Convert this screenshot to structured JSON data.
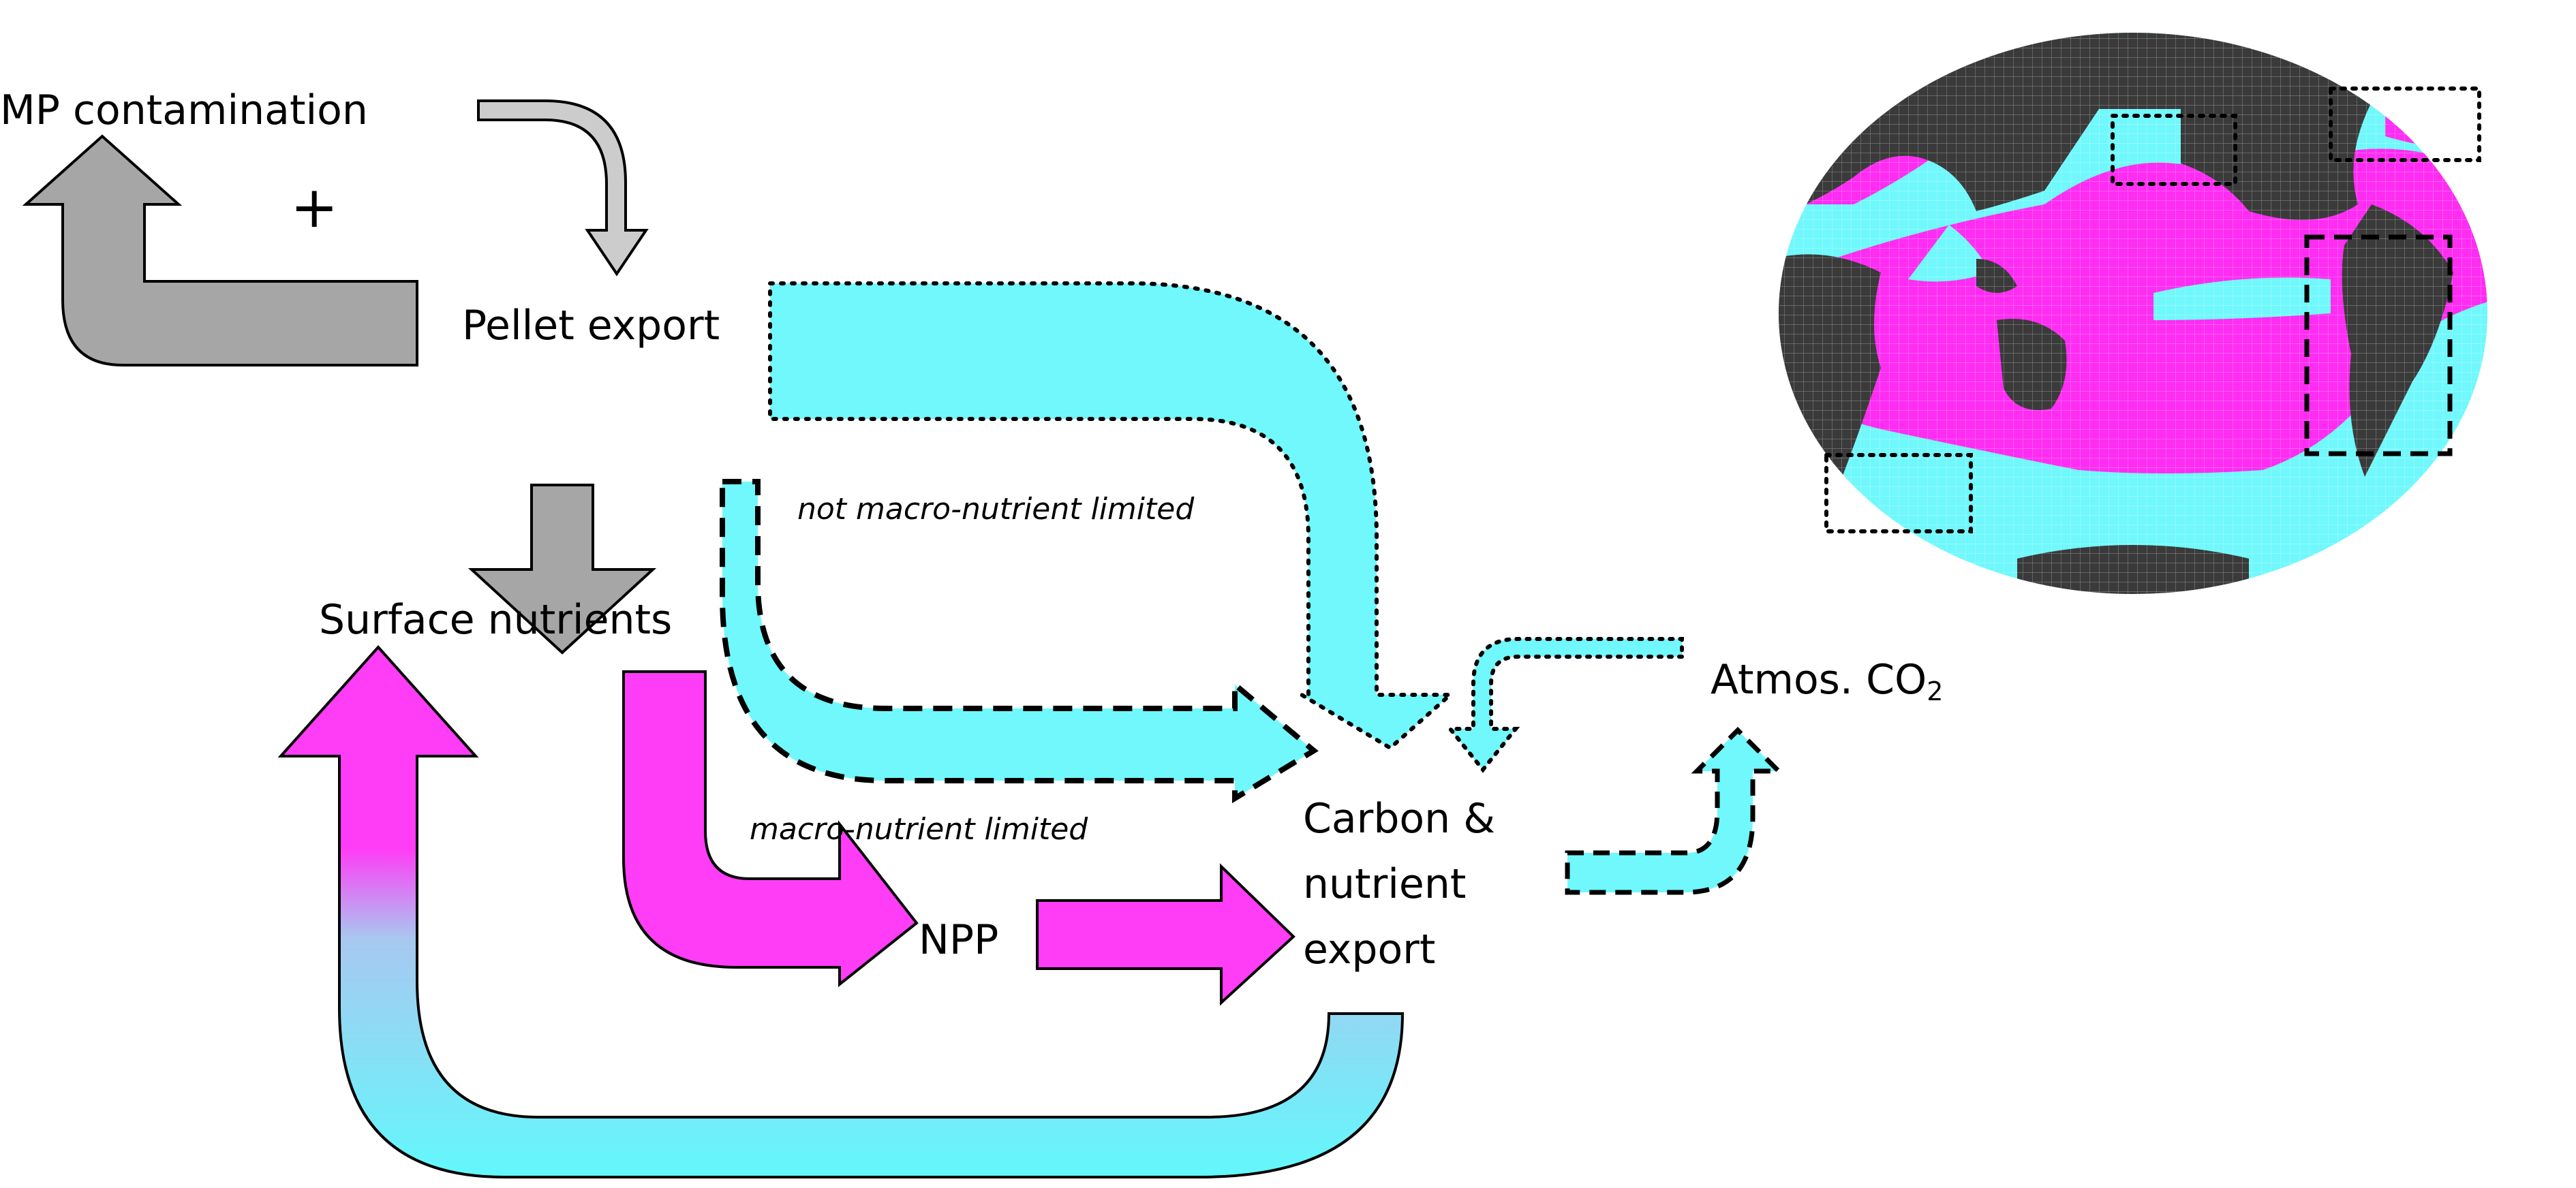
{
  "nodes": {
    "mp_contamination": "MP contamination",
    "plus_sign": "+",
    "pellet_export": "Pellet export",
    "surface_nutrients": "Surface nutrients",
    "npp": "NPP",
    "export_line1": "Carbon &",
    "export_line2": "nutrient",
    "export_line3": "export",
    "atmos_co2_prefix": "Atmos. CO",
    "atmos_co2_sub": "2"
  },
  "annotations": {
    "not_limited": "not macro-nutrient limited",
    "limited": "macro-nutrient limited"
  },
  "colors": {
    "cyan": "#70f8fc",
    "magenta": "#ff3cf6",
    "gray": "#a6a6a6",
    "land": "#3a3a3a",
    "outline": "#000000"
  },
  "map_legend": {
    "magenta_region": "macro-nutrient limited",
    "cyan_region": "not macro-nutrient limited"
  }
}
